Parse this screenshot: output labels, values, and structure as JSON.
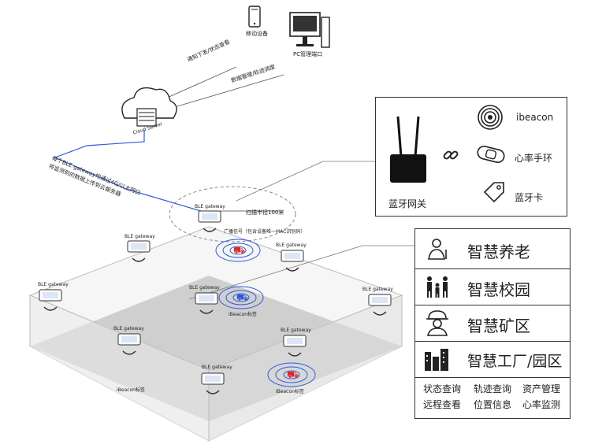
{
  "top": {
    "mobile_label": "移动设备",
    "pc_label": "PC管理端口",
    "notify_text": "通知下发/状态查看",
    "data_text": "数据管理/轨迹调度",
    "cloud_label": "Cloud Server",
    "uplink_text_1": "每个BLE gateway均通过4G/以太网口",
    "uplink_text_2": "将监测到的数据上传到云服务器"
  },
  "scan": {
    "radius_text": "扫描半径100米",
    "broadcast_text": "广播信号（包含设备唯一MAC识别码）"
  },
  "gateways": [
    {
      "label": "BLE  gateway"
    },
    {
      "label": "BLE  gateway"
    },
    {
      "label": "BLE  gateway"
    },
    {
      "label": "BLE  gateway"
    },
    {
      "label": "BLE  gateway"
    },
    {
      "label": "BLE  gateway"
    },
    {
      "label": "BLE  gateway"
    },
    {
      "label": "BLE  gateway"
    },
    {
      "label": "BLE  gateway"
    }
  ],
  "tags": {
    "ibeacon_tag_1": "iBeacon标签",
    "ibeacon_tag_2": "iBeacon标签",
    "ibeacon_tag_3": "iBeacon标签"
  },
  "device_panel": {
    "router_label": "蓝牙网关",
    "ibeacon_label": "ibeacon",
    "band_label": "心率手环",
    "card_label": "蓝牙卡"
  },
  "solutions": {
    "items": [
      {
        "label": "智慧养老",
        "icon": "elderly-icon"
      },
      {
        "label": "智慧校园",
        "icon": "family-icon"
      },
      {
        "label": "智慧矿区",
        "icon": "miner-icon"
      },
      {
        "label": "智慧工厂/园区",
        "icon": "factory-icon"
      }
    ],
    "features": [
      "状态查询",
      "轨迹查询",
      "资产管理",
      "远程查看",
      "位置信息",
      "心率监测"
    ]
  },
  "colors": {
    "accent_blue": "#2e5bd8",
    "tag_red": "#e0262b",
    "floor_gray": "#c8c8c8"
  }
}
